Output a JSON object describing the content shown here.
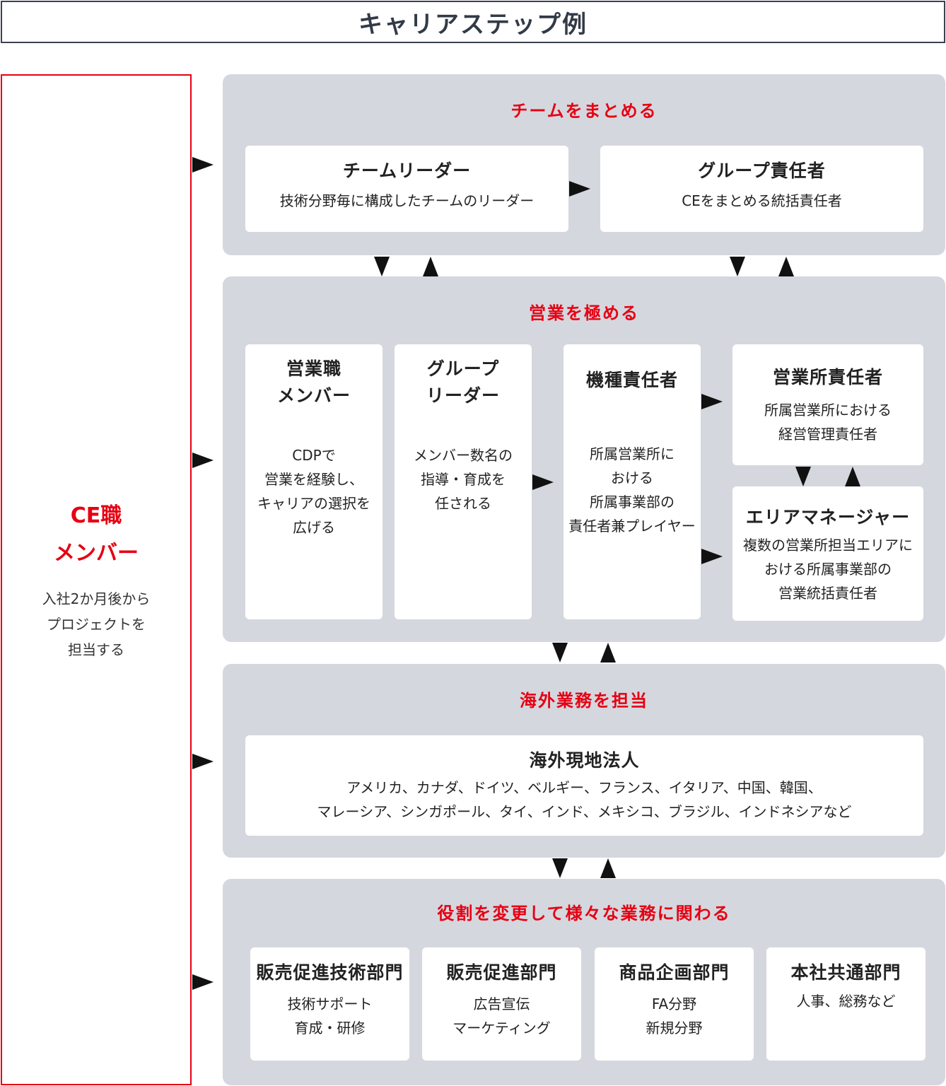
{
  "title": "キャリアステップ例",
  "ce": {
    "title_line1": "CE職",
    "title_line2": "メンバー",
    "desc_line1": "入社2か月後から",
    "desc_line2": "プロジェクトを",
    "desc_line3": "担当する"
  },
  "panels": [
    {
      "title": "チームをまとめる",
      "cards": [
        {
          "title": "チームリーダー",
          "desc": [
            "技術分野毎に構成したチームのリーダー"
          ]
        },
        {
          "title": "グループ責任者",
          "desc": [
            "CEをまとめる統括責任者"
          ]
        }
      ]
    },
    {
      "title": "営業を極める",
      "cards": [
        {
          "title_lines": [
            "営業職",
            "メンバー"
          ],
          "desc": [
            "CDPで",
            "営業を経験し、",
            "キャリアの選択を",
            "広げる"
          ]
        },
        {
          "title_lines": [
            "グループ",
            "リーダー"
          ],
          "desc": [
            "メンバー数名の",
            "指導・育成を",
            "任される"
          ]
        },
        {
          "title": "機種責任者",
          "desc": [
            "所属営業所に",
            "おける",
            "所属事業部の",
            "責任者兼プレイヤー"
          ]
        },
        {
          "title": "営業所責任者",
          "desc": [
            "所属営業所における",
            "経営管理責任者"
          ]
        },
        {
          "title": "エリアマネージャー",
          "desc": [
            "複数の営業所担当エリアに",
            "おける所属事業部の",
            "営業統括責任者"
          ]
        }
      ]
    },
    {
      "title": "海外業務を担当",
      "cards": [
        {
          "title": "海外現地法人",
          "desc": [
            "アメリカ、カナダ、ドイツ、ベルギー、フランス、イタリア、中国、韓国、",
            "マレーシア、シンガポール、タイ、インド、メキシコ、ブラジル、インドネシアなど"
          ]
        }
      ]
    },
    {
      "title": "役割を変更して様々な業務に関わる",
      "cards": [
        {
          "title": "販売促進技術部門",
          "desc": [
            "技術サポート",
            "育成・研修"
          ]
        },
        {
          "title": "販売促進部門",
          "desc": [
            "広告宣伝",
            "マーケティング"
          ]
        },
        {
          "title": "商品企画部門",
          "desc": [
            "FA分野",
            "新規分野"
          ]
        },
        {
          "title": "本社共通部門",
          "desc": [
            "人事、総務など"
          ]
        }
      ]
    }
  ]
}
